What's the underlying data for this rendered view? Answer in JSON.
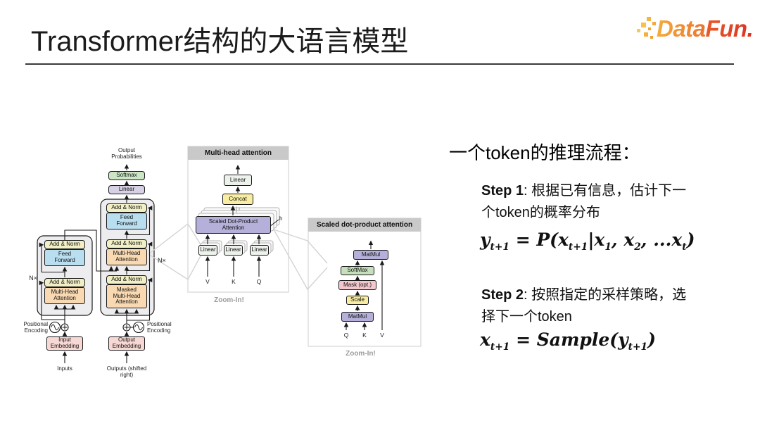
{
  "slide": {
    "title": "Transformer结构的大语言模型",
    "logo": {
      "data": "Data",
      "fun": "Fun."
    }
  },
  "transformer": {
    "output_probabilities": "Output Probabilities",
    "softmax": "Softmax",
    "linear": "Linear",
    "add_norm": "Add & Norm",
    "feed_forward": "Feed Forward",
    "multi_head_attention": "Multi-Head Attention",
    "masked_multi_head_attention": "Masked Multi-Head Attention",
    "nx": "N×",
    "positional_encoding": "Positional Encoding",
    "input_embedding": "Input Embedding",
    "output_embedding": "Output Embedding",
    "inputs": "Inputs",
    "outputs_shifted": "Outputs (shifted right)"
  },
  "mha_panel": {
    "title": "Multi-head attention",
    "linear": "Linear",
    "concat": "Concat",
    "scaled_dot_product_attention": "Scaled Dot-Product Attention",
    "h": "h",
    "v": "V",
    "k": "K",
    "q": "Q",
    "zoom_in": "Zoom-In!"
  },
  "sdpa_panel": {
    "title": "Scaled dot-product attention",
    "matmul": "MatMul",
    "softmax": "SoftMax",
    "mask": "Mask (opt.)",
    "scale": "Scale",
    "q": "Q",
    "k": "K",
    "v": "V",
    "zoom_in": "Zoom-In!"
  },
  "inference": {
    "heading": "一个token的推理流程：",
    "step1_label": "Step 1",
    "step1_text": ": 根据已有信息，估计下一个token的概率分布",
    "formula1": [
      {
        "t": "y"
      },
      {
        "sub": "t+1"
      },
      {
        "t": " = P(x"
      },
      {
        "sub": "t+1"
      },
      {
        "t": "|x"
      },
      {
        "sub": "1"
      },
      {
        "t": ", x"
      },
      {
        "sub": "2"
      },
      {
        "t": ", ...x"
      },
      {
        "sub": "t"
      },
      {
        "t": ")"
      }
    ],
    "step2_label": "Step 2",
    "step2_text": ": 按照指定的采样策略，选择下一个token",
    "formula2": [
      {
        "t": "x"
      },
      {
        "sub": "t+1"
      },
      {
        "t": " = Sample(y"
      },
      {
        "sub": "t+1"
      },
      {
        "t": ")"
      }
    ]
  },
  "colors": {
    "logo_orange": "#F4AC3C",
    "logo_red": "#DC3222",
    "box_softmax_green": "#cde6c5",
    "box_linear_lavender": "#d7d1e6",
    "box_add_norm_yellow": "#f1efc5",
    "box_feed_forward_blue": "#b9def0",
    "box_attention_orange": "#f8d9b2",
    "box_embedding_pink": "#f8d8d4",
    "box_concat_yellow": "#f8eda2",
    "box_matmul_purple": "#b4b0d9",
    "box_softmax_small_green": "#c6e0bd",
    "box_mask_pink": "#f3c7ce",
    "box_scale_yellow": "#f8eda2",
    "panel_header_gray": "#c9c9c9",
    "container_gray": "#ededf0"
  }
}
